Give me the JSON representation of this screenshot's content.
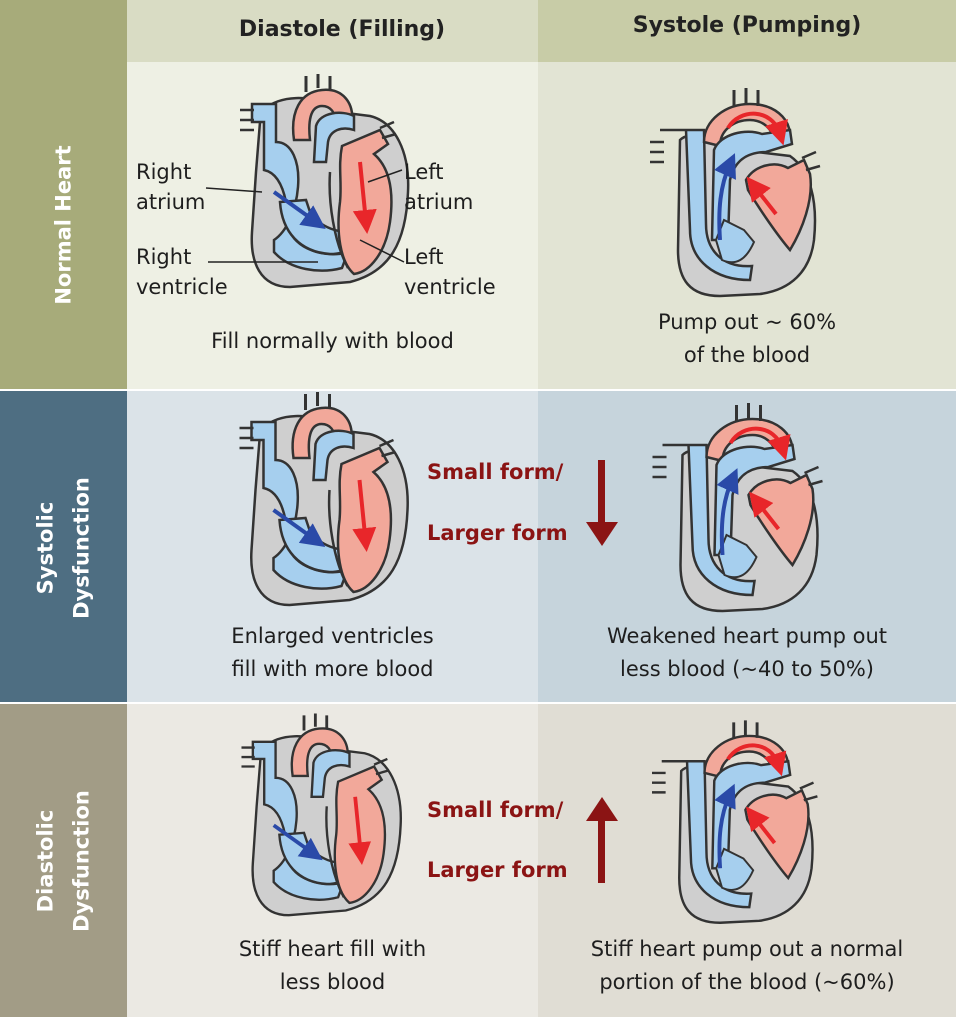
{
  "columns": {
    "diastole": "Diastole (Filling)",
    "systole": "Systole (Pumping)"
  },
  "rows": {
    "normal": "Normal Heart",
    "systolic": [
      "Systolic",
      "Dysfunction"
    ],
    "diastolic": [
      "Diastolic",
      "Dysfunction"
    ]
  },
  "labels": {
    "right_atrium": [
      "Right",
      "atrium"
    ],
    "right_ventricle": [
      "Right",
      "ventricle"
    ],
    "left_atrium": [
      "Left",
      "atrium"
    ],
    "left_ventricle": [
      "Left",
      "ventricle"
    ]
  },
  "captions": {
    "normal_diastole": [
      "Fill normally with blood"
    ],
    "normal_systole": [
      "Pump out ~ 60%",
      "of the blood"
    ],
    "systolic_diastole": [
      "Enlarged ventricles",
      "fill with more blood"
    ],
    "systolic_systole": [
      "Weakened heart pump out",
      "less blood (~40 to 50%)"
    ],
    "diastolic_diastole": [
      "Stiff heart fill with",
      "less blood"
    ],
    "diastolic_systole": [
      "Stiff heart pump out a normal",
      "portion of the blood (~60%)"
    ]
  },
  "notes": {
    "systolic": [
      "Small form/",
      "Larger form"
    ],
    "diastolic": [
      "Small form/",
      "Larger form"
    ]
  },
  "colors": {
    "normal_band": "#a7ab7a",
    "systolic_band": "#4e6e82",
    "diastolic_band": "#a29c86",
    "header_left": "#d9dcc4",
    "header_right": "#c8cca7",
    "normal_left_bg": "#eef0e4",
    "normal_right_bg": "#e2e4d4",
    "systolic_left_bg": "#dbe3e8",
    "systolic_right_bg": "#c6d4dc",
    "diastolic_left_bg": "#ebe9e3",
    "diastolic_right_bg": "#e0ddd4",
    "deoxygenated": "#a6cfee",
    "oxygenated": "#f2a89a",
    "arrow_blue": "#2a4aa8",
    "arrow_red": "#e8262a",
    "arrow_dark_red": "#8b1414"
  }
}
